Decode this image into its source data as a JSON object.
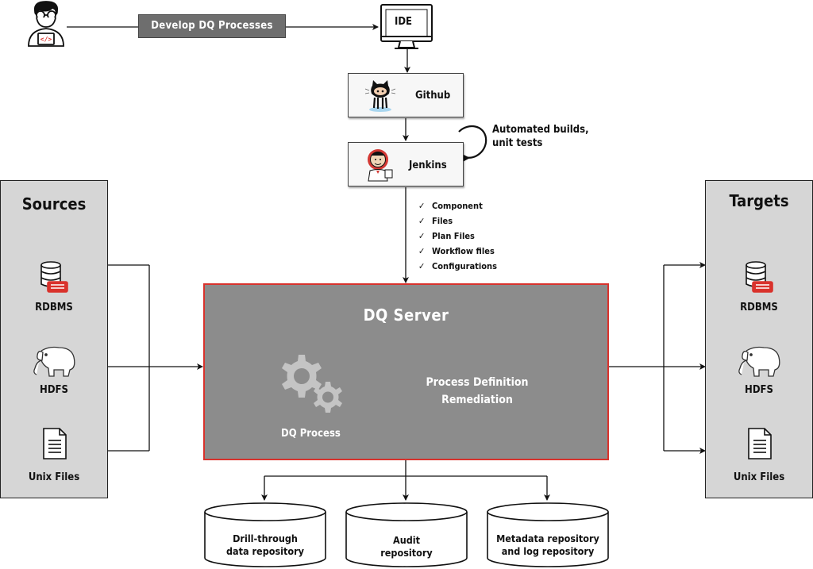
{
  "developer": {
    "action_label": "Develop DQ Processes"
  },
  "ide": {
    "label": "IDE"
  },
  "github": {
    "label": "Github"
  },
  "jenkins": {
    "label": "Jenkins",
    "loop_note_line1": "Automated builds,",
    "loop_note_line2": "unit tests"
  },
  "artifacts": [
    "Component",
    "Files",
    "Plan Files",
    "Workflow files",
    "Configurations"
  ],
  "sources": {
    "title": "Sources",
    "items": [
      {
        "label": "RDBMS",
        "icon": "database-icon"
      },
      {
        "label": "HDFS",
        "icon": "hadoop-elephant-icon"
      },
      {
        "label": "Unix Files",
        "icon": "document-icon"
      }
    ]
  },
  "targets": {
    "title": "Targets",
    "items": [
      {
        "label": "RDBMS",
        "icon": "database-icon"
      },
      {
        "label": "HDFS",
        "icon": "hadoop-elephant-icon"
      },
      {
        "label": "Unix Files",
        "icon": "document-icon"
      }
    ]
  },
  "server": {
    "title": "DQ Server",
    "process_label": "DQ Process",
    "desc_line1": "Process Definition",
    "desc_line2": "Remediation"
  },
  "repositories": [
    {
      "line1": "Drill-through",
      "line2": "data repository"
    },
    {
      "line1": "Audit",
      "line2": "repository"
    },
    {
      "line1": "Metadata repository",
      "line2": "and log repository"
    }
  ],
  "colors": {
    "server_fill": "#8c8c8c",
    "server_border": "#d9322c",
    "panel_fill": "#d6d6d6",
    "dev_box": "#6e6e6e",
    "accent_red": "#d9322c"
  }
}
